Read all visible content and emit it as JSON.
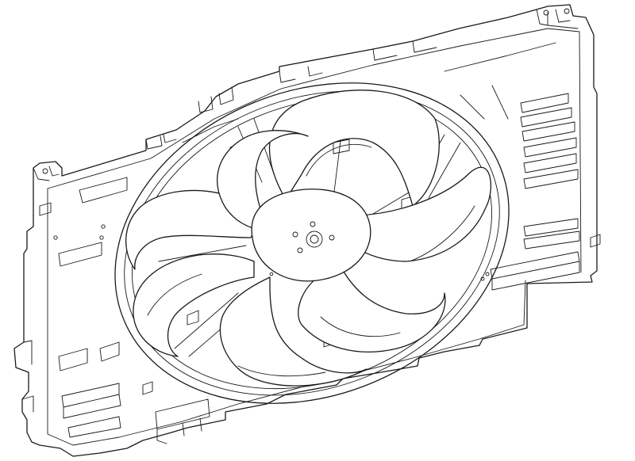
{
  "drawing": {
    "subject": "radiator-cooling-fan-assembly",
    "style": "black line art on white",
    "line_color": "#1a1a1a",
    "background_color": "#ffffff",
    "blade_count": 7,
    "hub_bolt_count": 4
  }
}
